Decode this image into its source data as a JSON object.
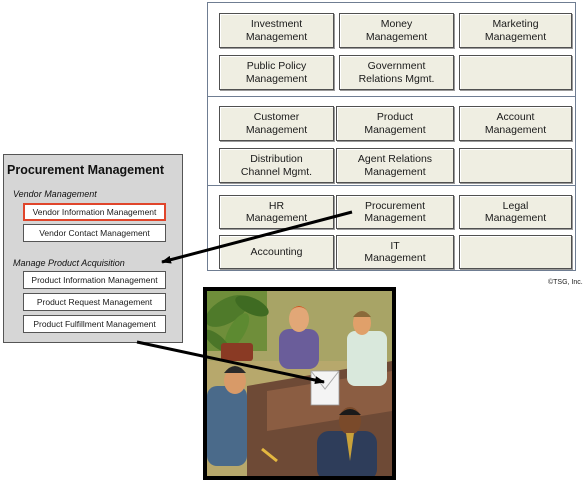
{
  "grid": {
    "bands": [
      {
        "cells": [
          "Investment\nManagement",
          "Money\nManagement",
          "Marketing\nManagement",
          "Public Policy\nManagement",
          "Government\nRelations Mgmt.",
          ""
        ]
      },
      {
        "cells": [
          "Customer\nManagement",
          "Product\nManagement",
          "Account\nManagement",
          "Distribution\nChannel Mgmt.",
          "Agent Relations\nManagement",
          ""
        ]
      },
      {
        "cells": [
          "HR\nManagement",
          "Procurement\nManagement",
          "Legal\nManagement",
          "Accounting",
          "IT\nManagement",
          ""
        ]
      }
    ]
  },
  "copyright": "©TSG, Inc.",
  "procurement": {
    "title": "Procurement Management",
    "vendor_section": "Vendor Management",
    "vendor_items": [
      "Vendor Information Management",
      "Vendor Contact Management"
    ],
    "product_section": "Manage Product Acquisition",
    "product_items": [
      "Product Information Management",
      "Product Request Management",
      "Product Fulfillment Management"
    ]
  },
  "colors": {
    "cell_fill": "#efeee2",
    "grid_border": "#6f7d92",
    "panel_fill": "#d6d6d6",
    "highlight": "#e0452b",
    "arrow": "#000000"
  }
}
